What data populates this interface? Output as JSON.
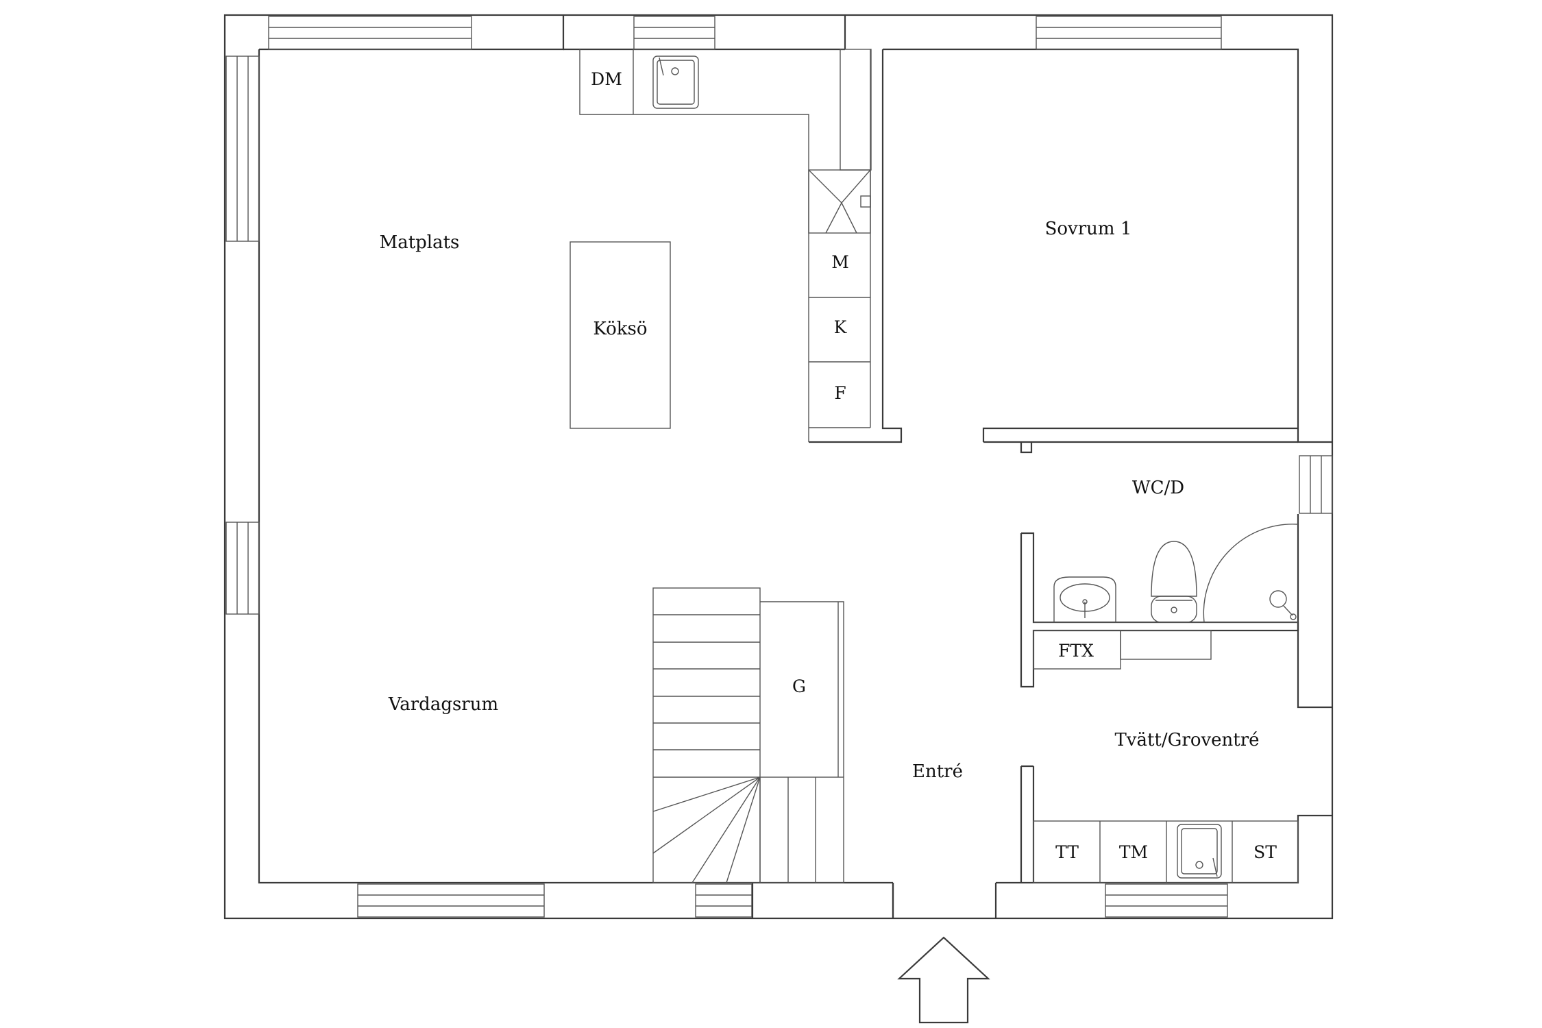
{
  "rooms": {
    "matplats": "Matplats",
    "koksoe": "Köksö",
    "sovrum": "Sovrum 1",
    "vardagsrum": "Vardagsrum",
    "entre": "Entré",
    "wc": "WC/D",
    "tvatt": "Tvätt/Groventré"
  },
  "appliances": {
    "dm": "DM",
    "m": "M",
    "k": "K",
    "f": "F",
    "g": "G",
    "ftx": "FTX",
    "tt": "TT",
    "tm": "TM",
    "st": "ST"
  },
  "icons": [
    "kitchen-sink-icon",
    "washbasin-icon",
    "toilet-icon",
    "shower-icon",
    "laundry-sink-icon",
    "entrance-arrow-icon"
  ]
}
